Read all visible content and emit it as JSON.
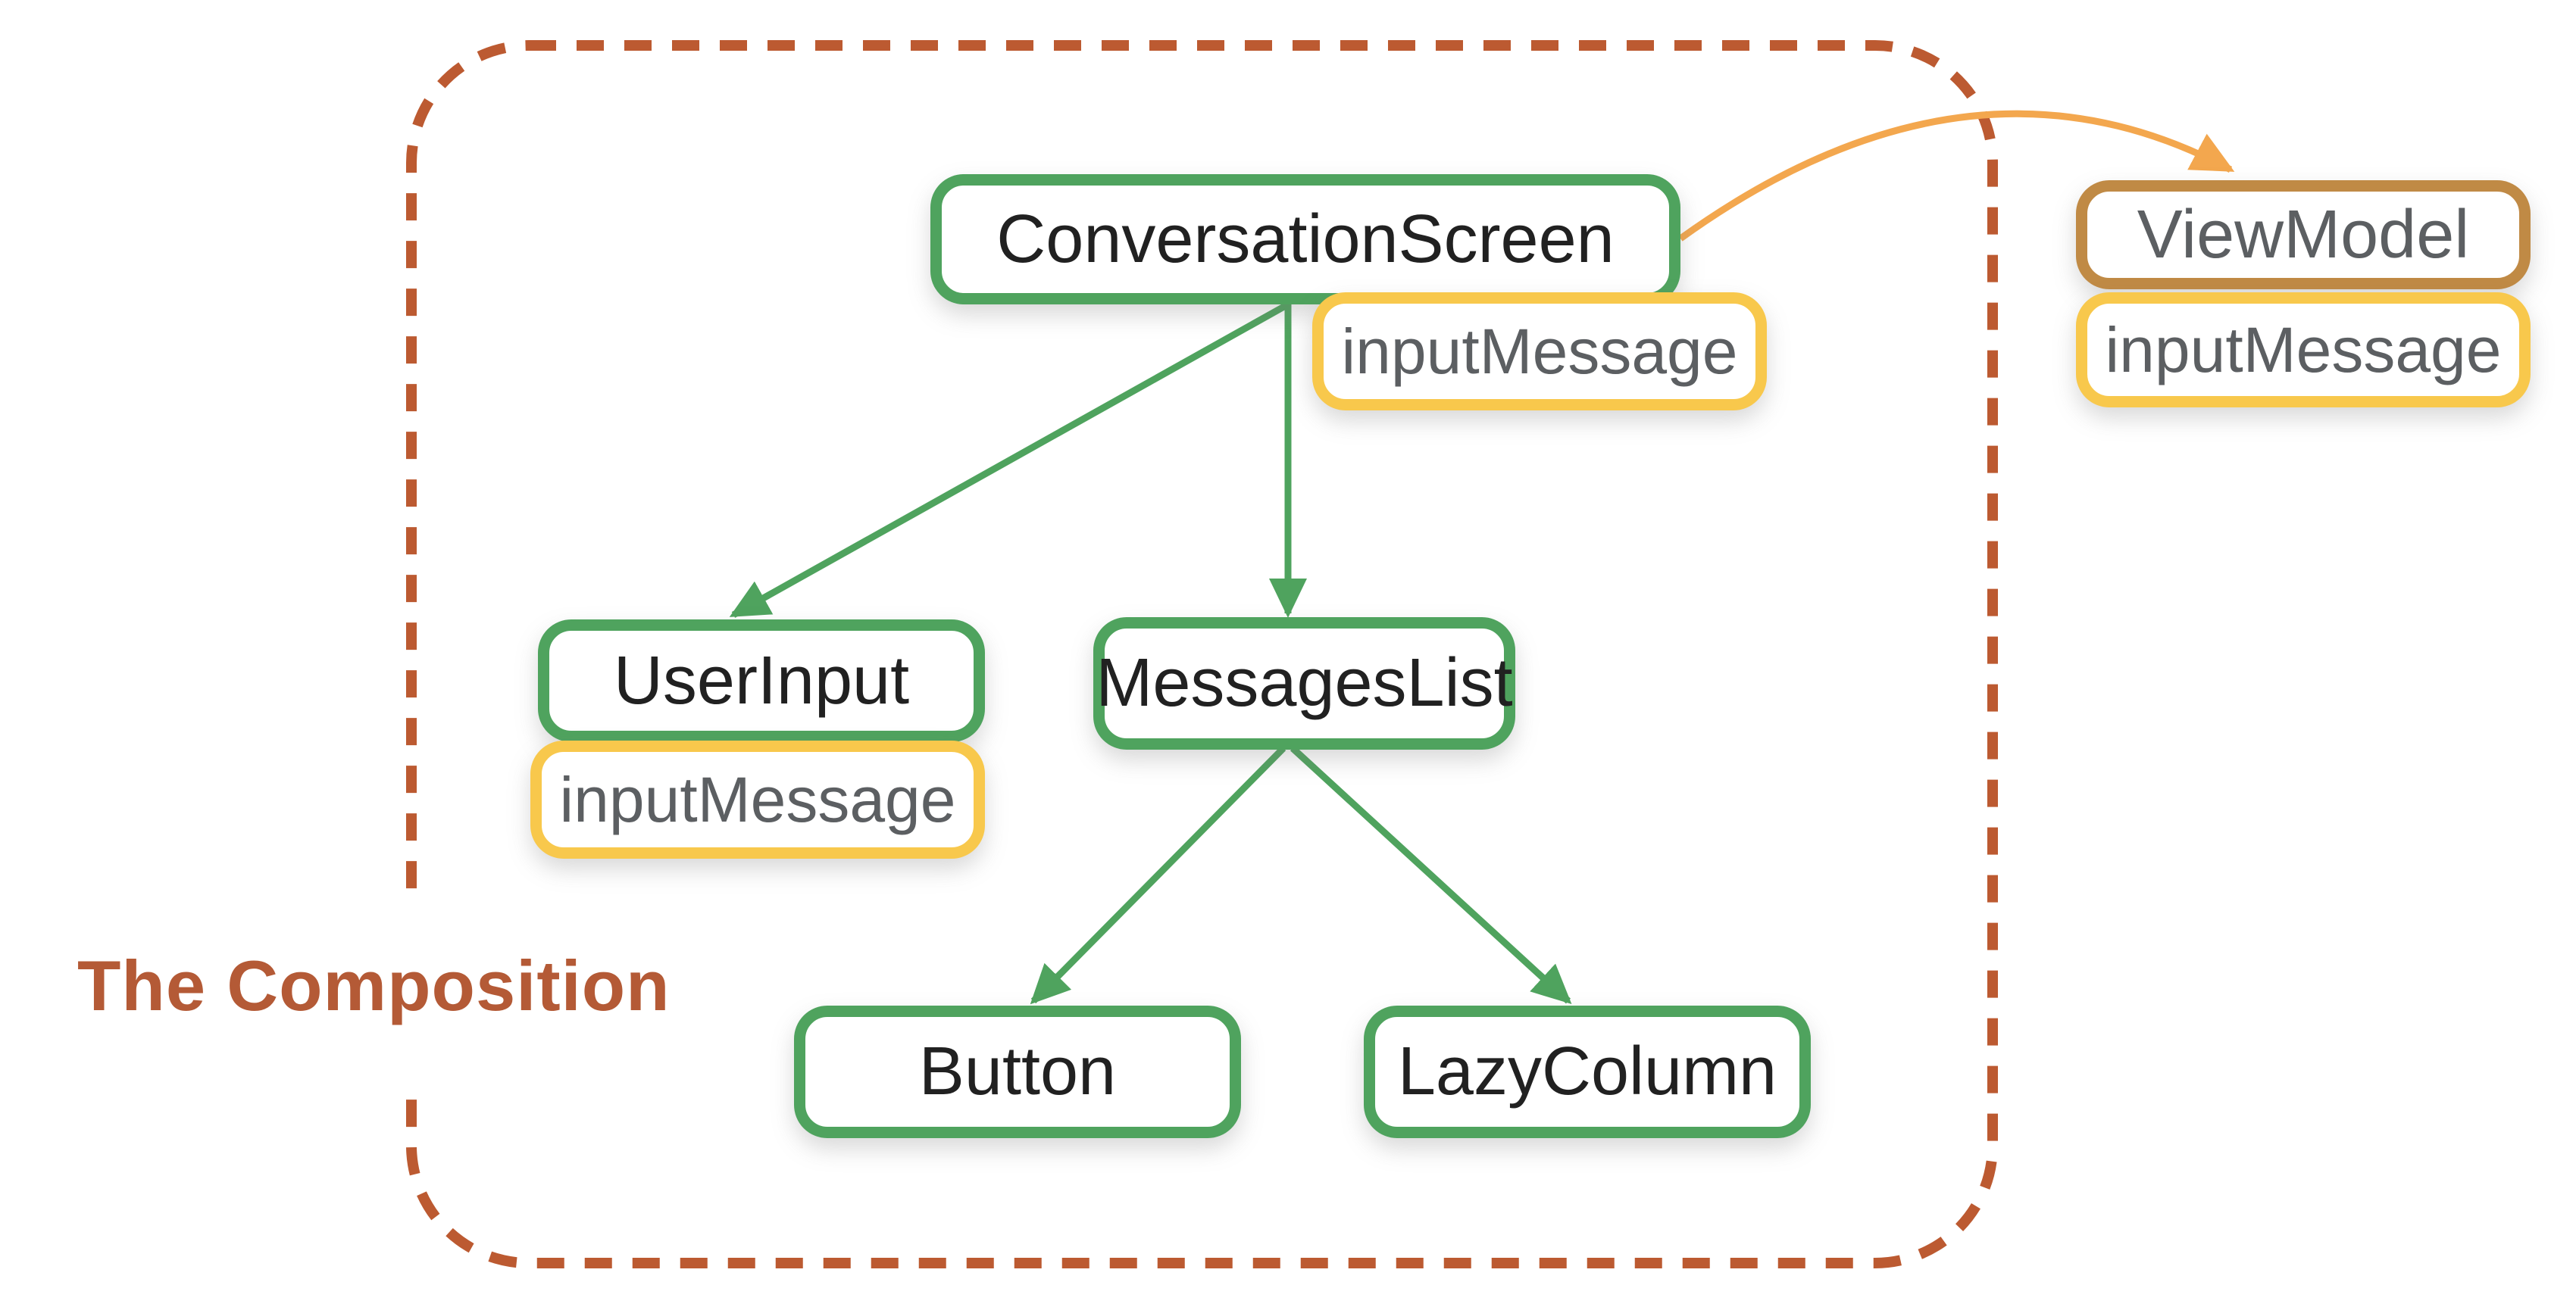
{
  "diagram": {
    "title": {
      "text": "The Composition",
      "color": "#b45a36"
    },
    "boundary": {
      "name": "composition-boundary",
      "style": "dashed-rounded-rect",
      "color": "#bc5a31"
    },
    "nodes": {
      "conversationScreen": {
        "label": "ConversationScreen",
        "kind": "composable",
        "border_color": "#4fa35e",
        "text_color": "#212121"
      },
      "conversationState": {
        "label": "inputMessage",
        "kind": "state",
        "border_color": "#f8c84c",
        "text_color": "#5c5f62"
      },
      "userInput": {
        "label": "UserInput",
        "kind": "composable",
        "border_color": "#4fa35e",
        "text_color": "#212121"
      },
      "userInputState": {
        "label": "inputMessage",
        "kind": "state",
        "border_color": "#f8c84c",
        "text_color": "#5c5f62"
      },
      "messagesList": {
        "label": "MessagesList",
        "kind": "composable",
        "border_color": "#4fa35e",
        "text_color": "#212121"
      },
      "button": {
        "label": "Button",
        "kind": "composable",
        "border_color": "#4fa35e",
        "text_color": "#212121"
      },
      "lazyColumn": {
        "label": "LazyColumn",
        "kind": "composable",
        "border_color": "#4fa35e",
        "text_color": "#212121"
      },
      "viewModel": {
        "label": "ViewModel",
        "kind": "viewmodel",
        "border_color": "#c08a45",
        "text_color": "#5c5f62"
      },
      "viewModelState": {
        "label": "inputMessage",
        "kind": "state",
        "border_color": "#f8c84c",
        "text_color": "#5c5f62"
      }
    },
    "edges": [
      {
        "from": "conversationScreen",
        "to": "userInput",
        "color": "#4fa35e",
        "style": "straight-arrow"
      },
      {
        "from": "conversationScreen",
        "to": "messagesList",
        "color": "#4fa35e",
        "style": "straight-arrow"
      },
      {
        "from": "messagesList",
        "to": "button",
        "color": "#4fa35e",
        "style": "straight-arrow"
      },
      {
        "from": "messagesList",
        "to": "lazyColumn",
        "color": "#4fa35e",
        "style": "straight-arrow"
      },
      {
        "from": "conversationScreen",
        "to": "viewModel",
        "color": "#f3a74e",
        "style": "curved-arrow"
      }
    ]
  }
}
